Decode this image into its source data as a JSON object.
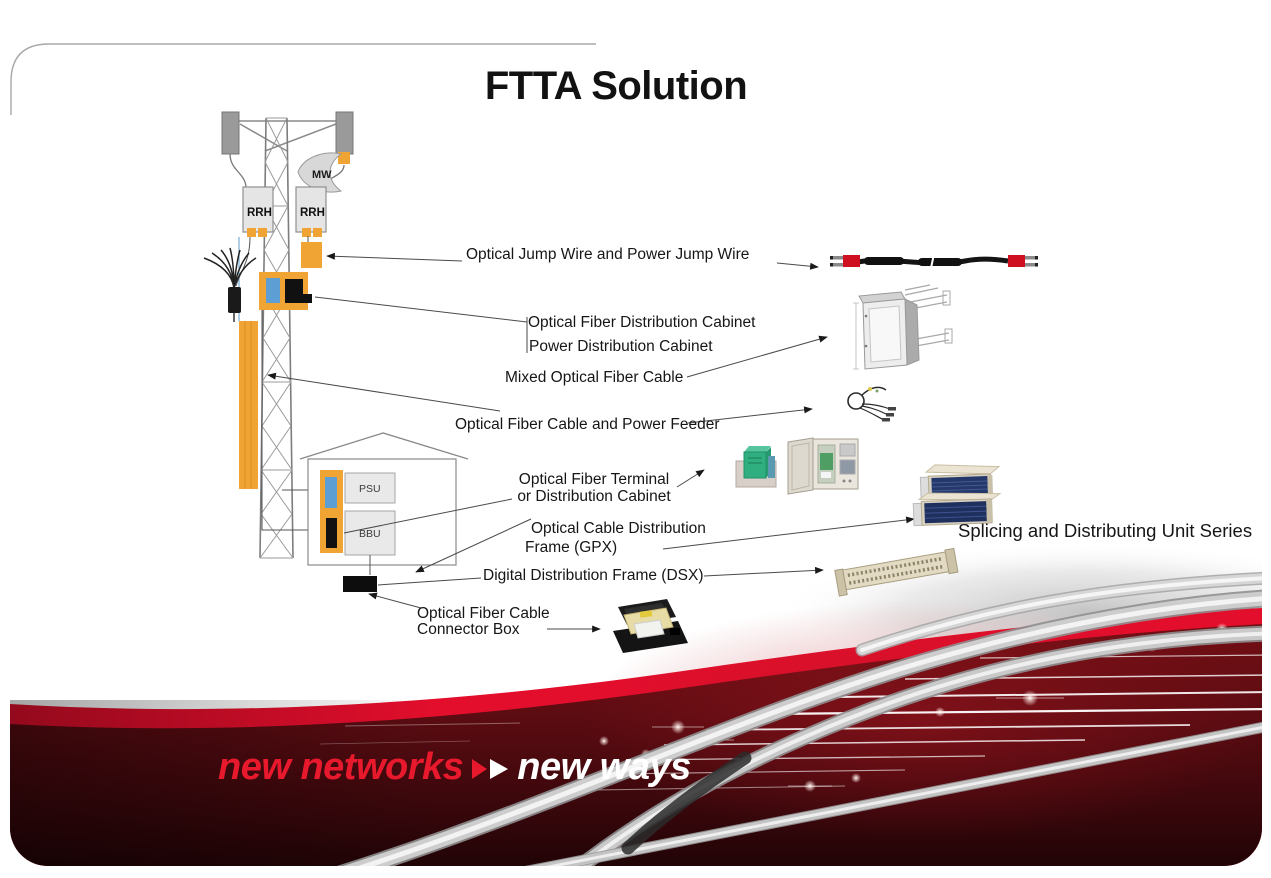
{
  "slide": {
    "title": "FTTA Solution"
  },
  "tower": {
    "mw_label": "MW",
    "rrh_left_label": "RRH",
    "rrh_right_label": "RRH"
  },
  "room": {
    "psu_label": "PSU",
    "bbu_label": "BBU"
  },
  "callouts": {
    "jump_wire": "Optical Jump Wire and Power Jump Wire",
    "fiber_cabinet": "Optical Fiber Distribution Cabinet",
    "power_cabinet": "Power Distribution Cabinet",
    "mixed_cable": "Mixed Optical Fiber Cable",
    "feeder": "Optical Fiber Cable and Power Feeder",
    "terminal_line1": "Optical Fiber Terminal",
    "terminal_line2": "or Distribution Cabinet",
    "gpx_line1": "Optical Cable Distribution",
    "gpx_line2": "Frame (GPX)",
    "dsx": "Digital Distribution Frame (DSX)",
    "connector_line1": "Optical Fiber Cable",
    "connector_line2": "Connector Box",
    "splicing_series": "Splicing and Distributing Unit Series"
  },
  "footer": {
    "tagline_left": "new networks",
    "tagline_right": "new ways"
  },
  "colors": {
    "accent_red": "#E30E2C",
    "equipment_orange": "#F0A434",
    "unit_blue": "#5D9FD4",
    "footer_maroon": "#5D0C12"
  }
}
